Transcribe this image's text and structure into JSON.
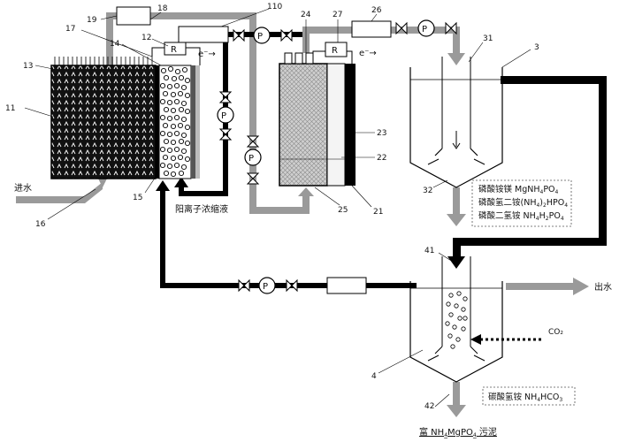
{
  "labels": {
    "inflow": "进水",
    "outflow": "出水",
    "cation_concentrate": "阳离子浓缩液",
    "electron_1": "e⁻→",
    "electron_2": "e⁻→",
    "resistor_1": "R",
    "resistor_2": "R",
    "pump": "P",
    "co2": "CO₂",
    "sludge_pre": "富 NH",
    "sludge_sub1": "4",
    "sludge_mid": "MgPO",
    "sludge_sub2": "4",
    "sludge_post": " 污泥"
  },
  "legend_top": {
    "line1_cn": "磷酸铵镁 MgNH",
    "line1_s1": "4",
    "line1_b": "PO",
    "line1_s2": "4",
    "line2_cn": "磷酸氢二铵(NH",
    "line2_s1": "4",
    "line2_b": ")",
    "line2_s2": "2",
    "line2_c": "HPO",
    "line2_s3": "4",
    "line3_cn": "磷酸二氢铵 NH",
    "line3_s1": "4",
    "line3_b": "H",
    "line3_s2": "2",
    "line3_c": "PO",
    "line3_s3": "4"
  },
  "legend_bottom": {
    "line1_cn": "碳酸氢铵 NH",
    "line1_s1": "4",
    "line1_b": "HCO",
    "line1_s2": "3"
  },
  "callouts": {
    "n11": "11",
    "n12": "12",
    "n13": "13",
    "n14": "14",
    "n15": "15",
    "n16": "16",
    "n17": "17",
    "n18": "18",
    "n19": "19",
    "n110": "110",
    "n21": "21",
    "n22": "22",
    "n23": "23",
    "n24": "24",
    "n25": "25",
    "n26": "26",
    "n27": "27",
    "n3": "3",
    "n31": "31",
    "n32": "32",
    "n4": "4",
    "n41": "41",
    "n42": "42"
  }
}
